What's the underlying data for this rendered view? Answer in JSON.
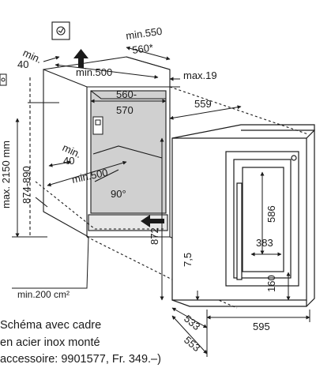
{
  "dimensions": {
    "niche_depth_min": "min.550",
    "niche_depth_alt": "560*",
    "vent_depth_min": "min.",
    "vent_depth_min_val": "40",
    "vent_width_min_top": "min.500",
    "top_gap_max": "max.19",
    "niche_width_a": "560-",
    "niche_width_b": "570",
    "bottom_vent_min": "min.",
    "bottom_vent_min_val": "40",
    "bottom_width_min": "min.500",
    "angle": "90°",
    "niche_height": "874-890",
    "niche_height_max": "max. 2150 mm",
    "appliance_width_top": "559",
    "appliance_height": "872",
    "plinth": "7,5",
    "door_window_height": "586",
    "door_window_width": "383",
    "door_bottom": "160",
    "appliance_depth": "533",
    "depth_with_door": "553",
    "appliance_width": "595",
    "vent_area": "min.200 cm²"
  },
  "caption": {
    "line1": "Schéma avec cadre",
    "line2": "en acier inox monté",
    "line3": "accessoire: 9901577, Fr. 349.–)"
  },
  "colors": {
    "niche_fill": "#d0d0d0",
    "line": "#1a1a1a"
  },
  "icons": [
    "mounting-hint-icon",
    "airflow-arrow-icon",
    "hinge-icon"
  ]
}
